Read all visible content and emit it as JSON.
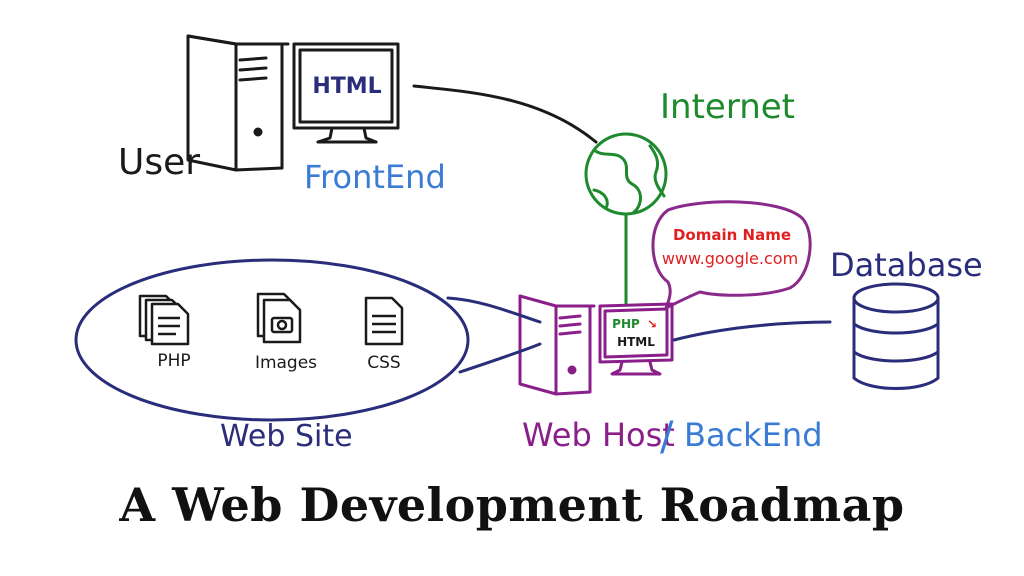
{
  "title": "A Web Development Roadmap",
  "labels": {
    "user": "User",
    "frontend": "FrontEnd",
    "internet": "Internet",
    "database": "Database",
    "web_site": "Web Site",
    "web_host": "Web Host",
    "separator": "/",
    "backend": "BackEnd"
  },
  "screens": {
    "frontend_screen": "HTML",
    "backend_screen_top": "PHP",
    "backend_screen_arrow": "↘",
    "backend_screen_bottom": "HTML"
  },
  "speech_bubble": {
    "heading": "Domain Name",
    "url": "www.google.com"
  },
  "files": [
    {
      "label": "PHP",
      "icon": "stacked-documents-icon"
    },
    {
      "label": "Images",
      "icon": "camera-document-icon"
    },
    {
      "label": "CSS",
      "icon": "document-icon"
    }
  ],
  "colors": {
    "user_black": "#1a1a1a",
    "frontend_blue": "#3a7bd5",
    "internet_green": "#1e8a2e",
    "host_purple": "#8a1f8a",
    "site_navy": "#2a2d7a",
    "domain_red": "#e02020",
    "bubble_purple": "#8a2a8a"
  }
}
